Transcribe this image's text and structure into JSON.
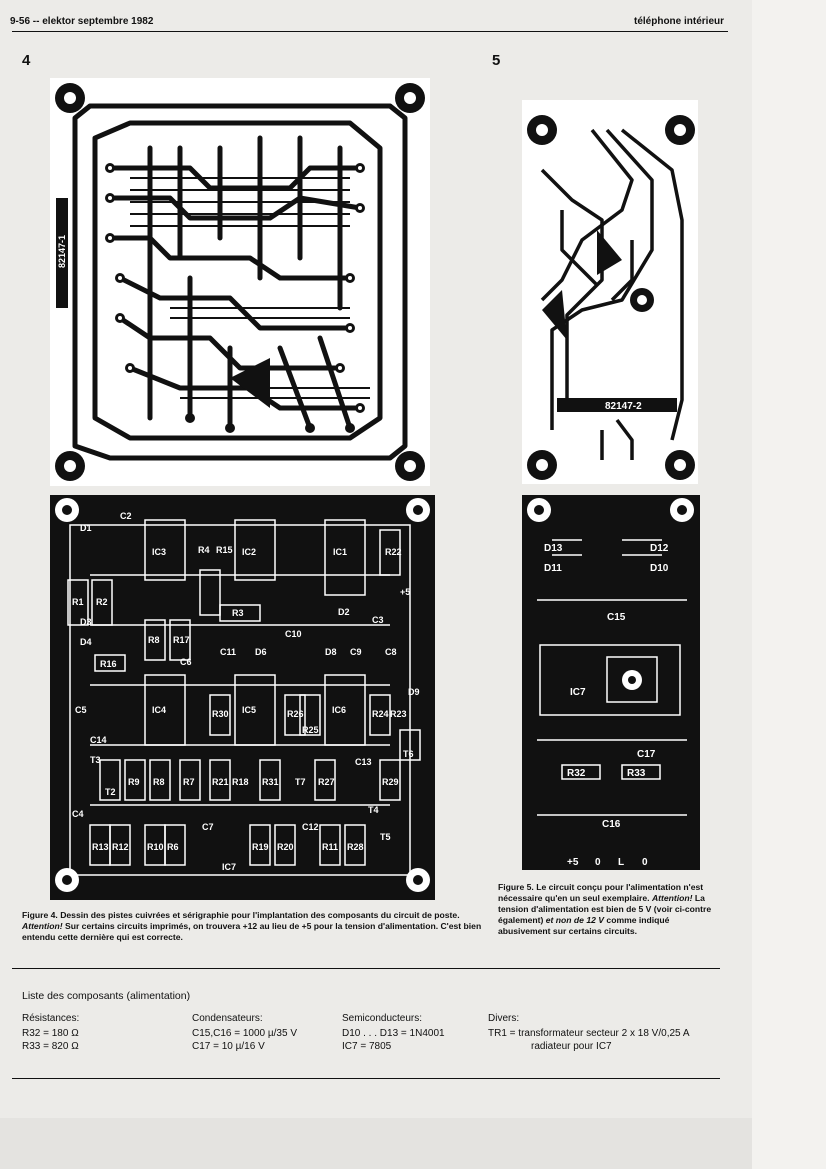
{
  "header": {
    "left": "9-56 -- elektor septembre 1982",
    "right": "téléphone intérieur"
  },
  "figure4": {
    "number": "4",
    "pcb_label": "82147-1",
    "caption_bold": "Figure 4. Dessin des pistes cuivrées et sérigraphie pour l'implantation des composants du circuit de poste.",
    "caption_italic": "Attention!",
    "caption_rest": "Sur certains circuits imprimés, on trouvera +12 au lieu de +5 pour la tension d'alimentation. C'est bien entendu cette dernière qui est correcte.",
    "component_labels": [
      "D1",
      "C2",
      "IC3",
      "R4",
      "R15",
      "IC2",
      "IC1",
      "R22",
      "R1",
      "R2",
      "R3",
      "D3",
      "D4",
      "R8",
      "R17",
      "C6",
      "C11",
      "D6",
      "C10",
      "D8",
      "C9",
      "C8",
      "R16",
      "IC4",
      "R30",
      "IC5",
      "R26",
      "R25",
      "IC6",
      "R24",
      "R23",
      "D9",
      "C5",
      "C14",
      "T3",
      "T2",
      "R9",
      "R8",
      "R7",
      "R21",
      "R18",
      "R31",
      "T7",
      "R27",
      "C13",
      "R29",
      "T6",
      "C4",
      "R13",
      "R12",
      "R10",
      "R6",
      "C7",
      "IC7",
      "R19",
      "R20",
      "C12",
      "R11",
      "R28",
      "T5",
      "T4",
      "D2",
      "C3",
      "+5"
    ]
  },
  "figure5": {
    "number": "5",
    "pcb_label": "82147-2",
    "caption_bold": "Figure 5. Le circuit conçu pour l'alimentation n'est nécessaire qu'en un seul exemplaire.",
    "caption_italic": "Attention!",
    "caption_rest": "La tension d'alimentation est bien de 5 V (voir ci-contre également)",
    "caption_italic2": "et non de 12 V",
    "caption_end": "comme indiqué abusivement sur certains circuits.",
    "component_labels": [
      "D13",
      "D12",
      "D11",
      "D10",
      "C15",
      "IC7",
      "C17",
      "R32",
      "R33",
      "C16",
      "+5",
      "0",
      "L",
      "0"
    ]
  },
  "parts_list": {
    "title": "Liste des composants (alimentation)",
    "resistances": {
      "heading": "Résistances:",
      "lines": [
        "R32 = 180 Ω",
        "R33 = 820 Ω"
      ]
    },
    "condensateurs": {
      "heading": "Condensateurs:",
      "lines": [
        "C15,C16 = 1000 µ/35 V",
        "C17 = 10 µ/16 V"
      ]
    },
    "semiconducteurs": {
      "heading": "Semiconducteurs:",
      "lines": [
        "D10 . . . D13 = 1N4001",
        "IC7 = 7805"
      ]
    },
    "divers": {
      "heading": "Divers:",
      "lines": [
        "TR1 = transformateur secteur 2 x 18 V/0,25 A",
        "radiateur pour IC7"
      ]
    }
  }
}
